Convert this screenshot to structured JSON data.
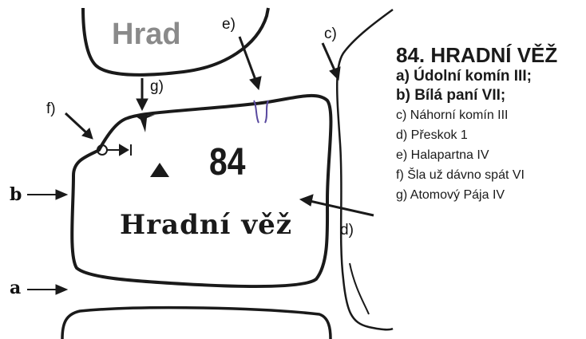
{
  "map": {
    "area_label": "Hrad",
    "tower_number": "84",
    "tower_name": "Hradní věž",
    "side_labels": {
      "a": "a",
      "b": "b"
    },
    "route_letters": {
      "c": "c)",
      "d": "d)",
      "e": "e)",
      "f": "f)",
      "g": "g)"
    }
  },
  "legend": {
    "title": "84. HRADNÍ VĚŽ",
    "routes": [
      "a) Údolní komín III;",
      "b) Bílá paní VII;",
      "c) Náhorní komín III",
      "d) Přeskok 1",
      "e) Halapartna IV",
      "f) Šla už dávno spát VI",
      "g) Atomový Pája IV"
    ]
  },
  "colors": {
    "ink": "#1a1a1a",
    "area_label": "#8a8a8a",
    "route_e_mark": "#5a4aa0"
  }
}
